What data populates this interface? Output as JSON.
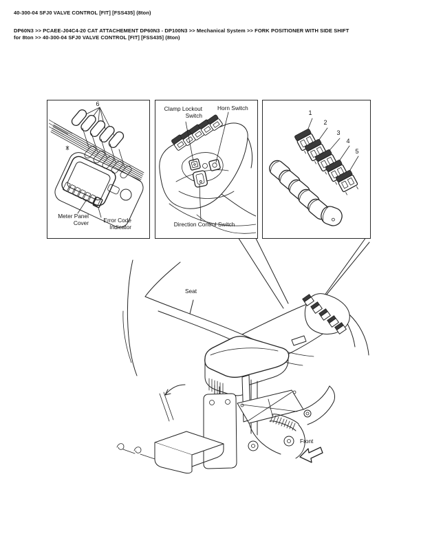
{
  "header": {
    "title": "40-300-04 SFJ0 VALVE CONTROL [FIT] [FSS435] (8ton)",
    "breadcrumb": "DP60N3 >> PCAEE-J04C4-20 CAT ATTACHEMENT DP60N3 - DP100N3 >> Mechanical System >> FORK POSITIONER WITH SIDE SHIFT\nfor 8ton >> 40-300-04 SFJ0 VALVE CONTROL [FIT] [FSS435] (8ton)"
  },
  "figure": {
    "colors": {
      "ink": "#222222",
      "paper": "#ffffff"
    },
    "meter_box": {
      "callout_number": "6",
      "meter_panel_cover_label": "Meter Panel\nCover",
      "error_code_indicator_label": "Error Code\nIndicator"
    },
    "armrest_box": {
      "clamp_lockout_label": "Clamp Lockout\nSwitch",
      "horn_label": "Horn Switch",
      "direction_label": "Direction Control Switch"
    },
    "switch_box": {
      "numbers": [
        "1",
        "2",
        "3",
        "4",
        "5"
      ]
    },
    "main_view": {
      "seat_label": "Seat",
      "front_label": "Front"
    }
  }
}
